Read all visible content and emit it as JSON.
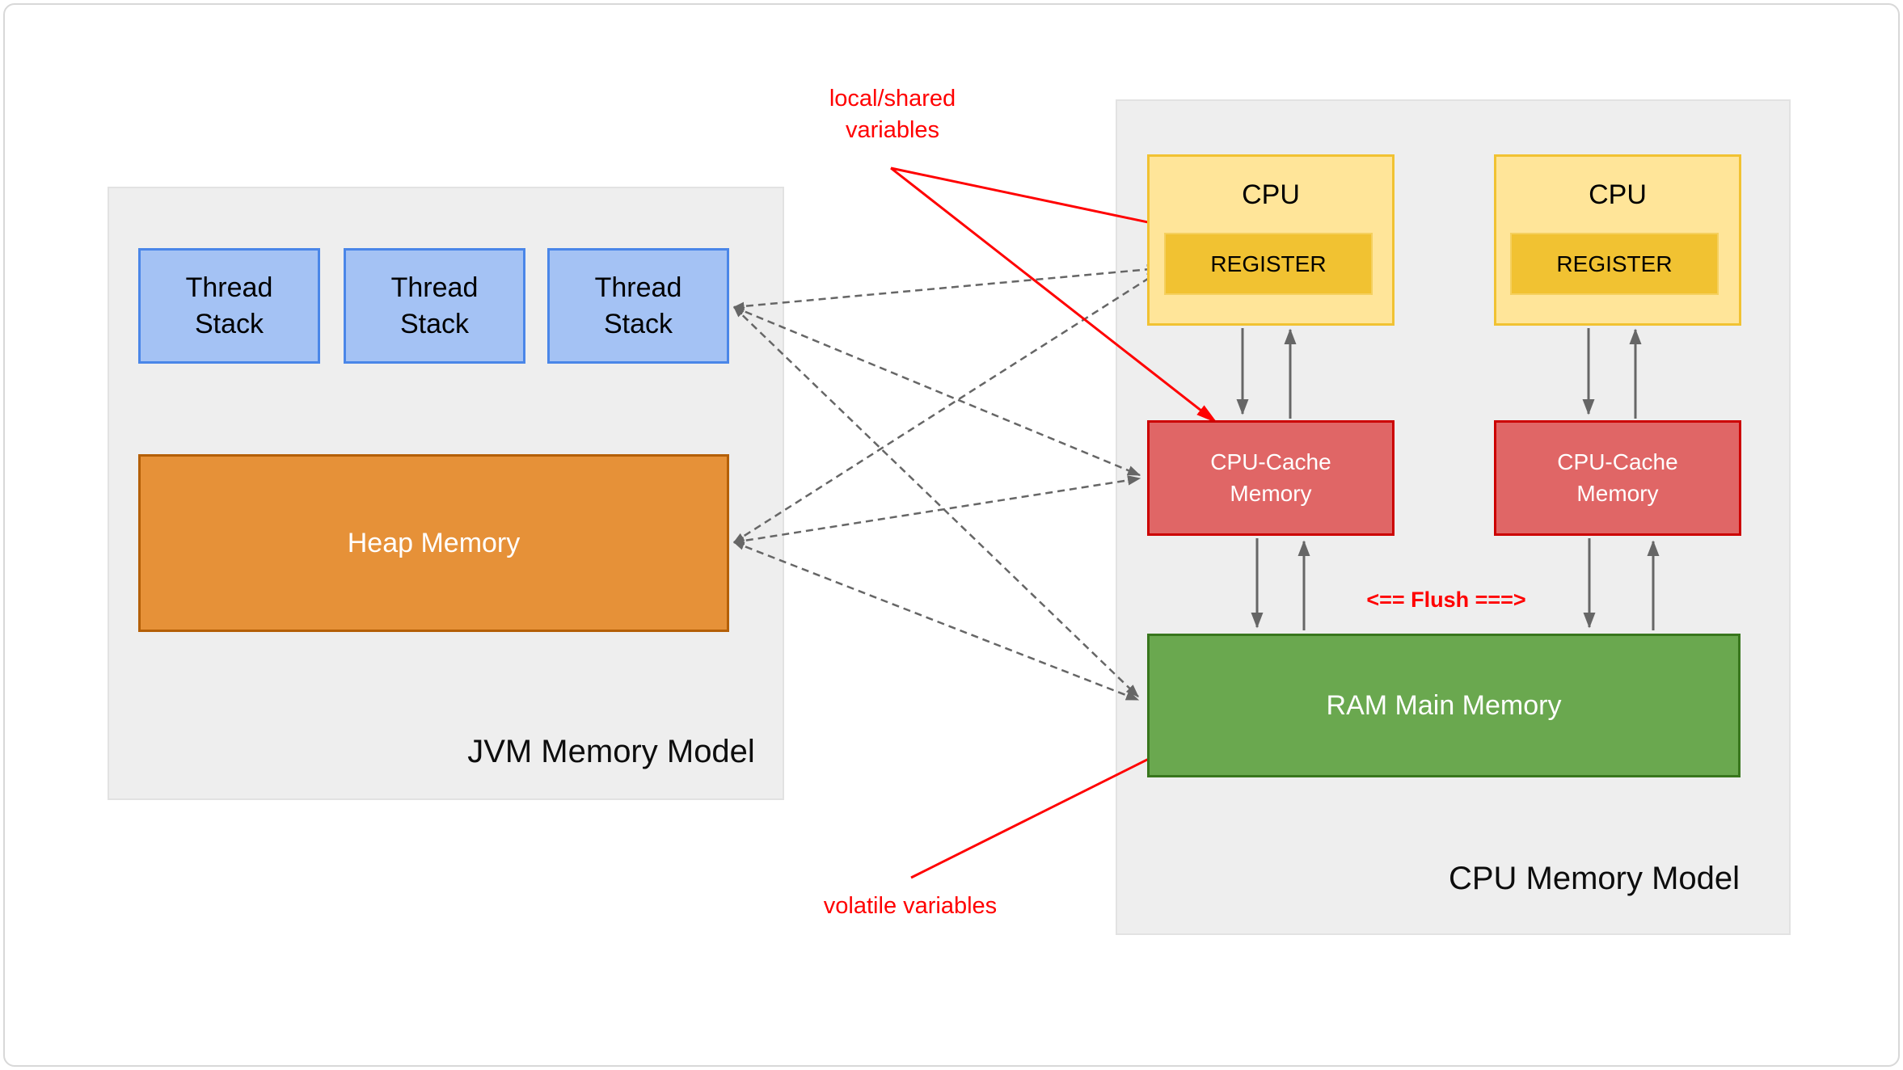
{
  "jvm": {
    "title": "JVM Memory Model",
    "thread_stacks": [
      "Thread\nStack",
      "Thread\nStack",
      "Thread\nStack"
    ],
    "heap": "Heap Memory"
  },
  "cpu": {
    "title": "CPU Memory Model",
    "cpus": [
      {
        "label": "CPU",
        "register": "REGISTER",
        "cache": "CPU-Cache\nMemory"
      },
      {
        "label": "CPU",
        "register": "REGISTER",
        "cache": "CPU-Cache\nMemory"
      }
    ],
    "ram": "RAM Main Memory",
    "flush": "<== Flush ===>"
  },
  "annotations": {
    "local_shared": "local/shared\nvariables",
    "volatile": "volatile variables"
  },
  "colors": {
    "thread_stack_fill": "#a4c2f4",
    "thread_stack_border": "#4a86e8",
    "heap_fill": "#e69138",
    "heap_border": "#b45f06",
    "cpu_fill": "#ffe599",
    "cpu_border": "#f1c232",
    "register_fill": "#f1c232",
    "cache_fill": "#e06666",
    "cache_border": "#cc0000",
    "ram_fill": "#6aa84f",
    "ram_border": "#38761d",
    "container_fill": "#eeeeee",
    "annotation_red": "#ff0000",
    "arrow_gray": "#666666"
  }
}
